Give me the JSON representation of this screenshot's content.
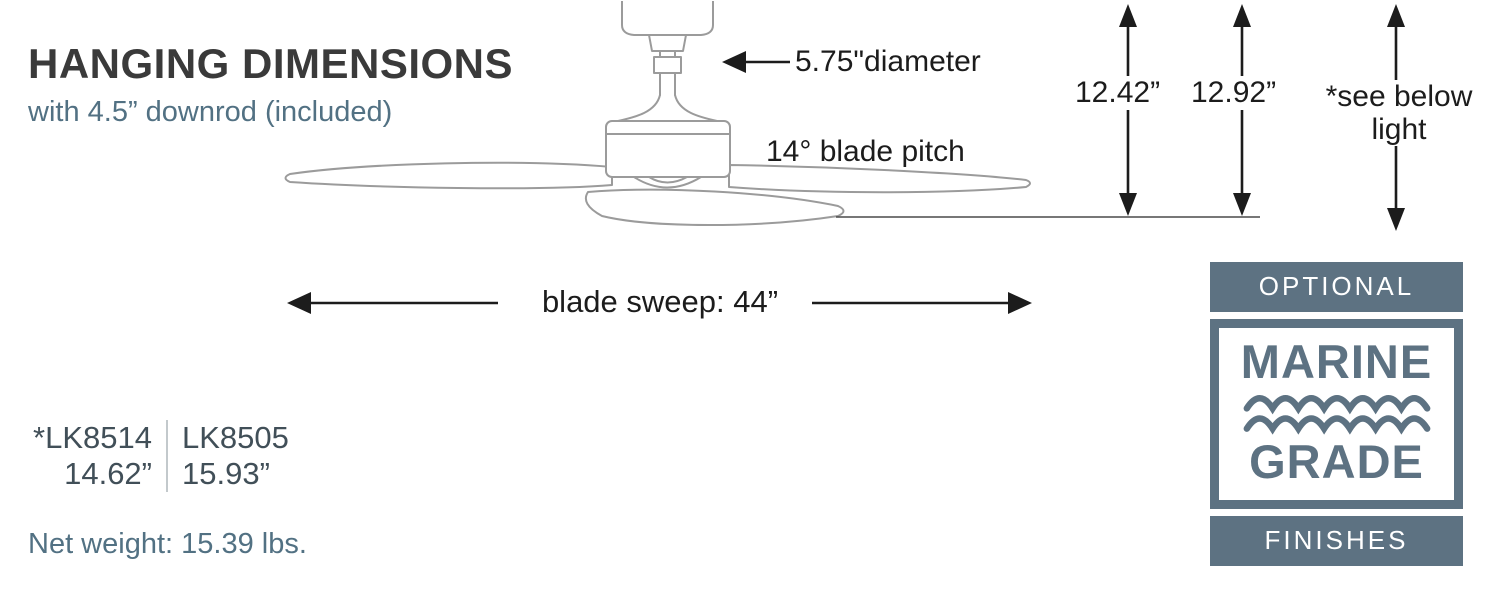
{
  "title": "HANGING DIMENSIONS",
  "subtitle": "with 4.5” downrod (included)",
  "labels": {
    "diameter": "5.75\"diameter",
    "blade_pitch": "14° blade pitch",
    "height_a": "12.42”",
    "height_b": "12.92”",
    "see_below": "*see below",
    "see_below_2": "light",
    "blade_sweep": "blade sweep: 44”"
  },
  "models": {
    "model_a_code": "*LK8514",
    "model_a_height": "14.62”",
    "model_b_code": "LK8505",
    "model_b_height": "15.93”"
  },
  "net_weight": "Net weight: 15.39 lbs.",
  "badge": {
    "optional": "OPTIONAL",
    "marine": "MARINE",
    "grade": "GRADE",
    "finishes": "FINISHES"
  },
  "colors": {
    "ink": "#1c1c1c",
    "title": "#3a3a3a",
    "steel": "#527183",
    "slate": "#5d7282",
    "line_gray": "#9b9b9b",
    "model_text": "#414f58"
  }
}
